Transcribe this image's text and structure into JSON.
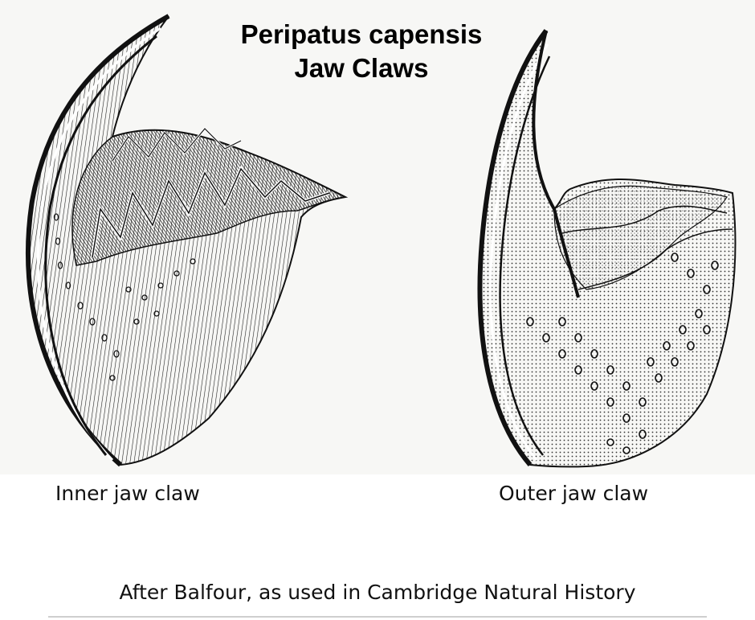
{
  "title": {
    "line1": "Peripatus capensis",
    "line2": "Jaw Claws"
  },
  "figures": [
    {
      "name": "inner-jaw-claw",
      "label": "Inner jaw claw"
    },
    {
      "name": "outer-jaw-claw",
      "label": "Outer jaw claw"
    }
  ],
  "credit": "After Balfour, as used in Cambridge Natural History",
  "colors": {
    "ink": "#1a1a1a",
    "paper": "#f7f7f5",
    "background": "#ffffff"
  }
}
